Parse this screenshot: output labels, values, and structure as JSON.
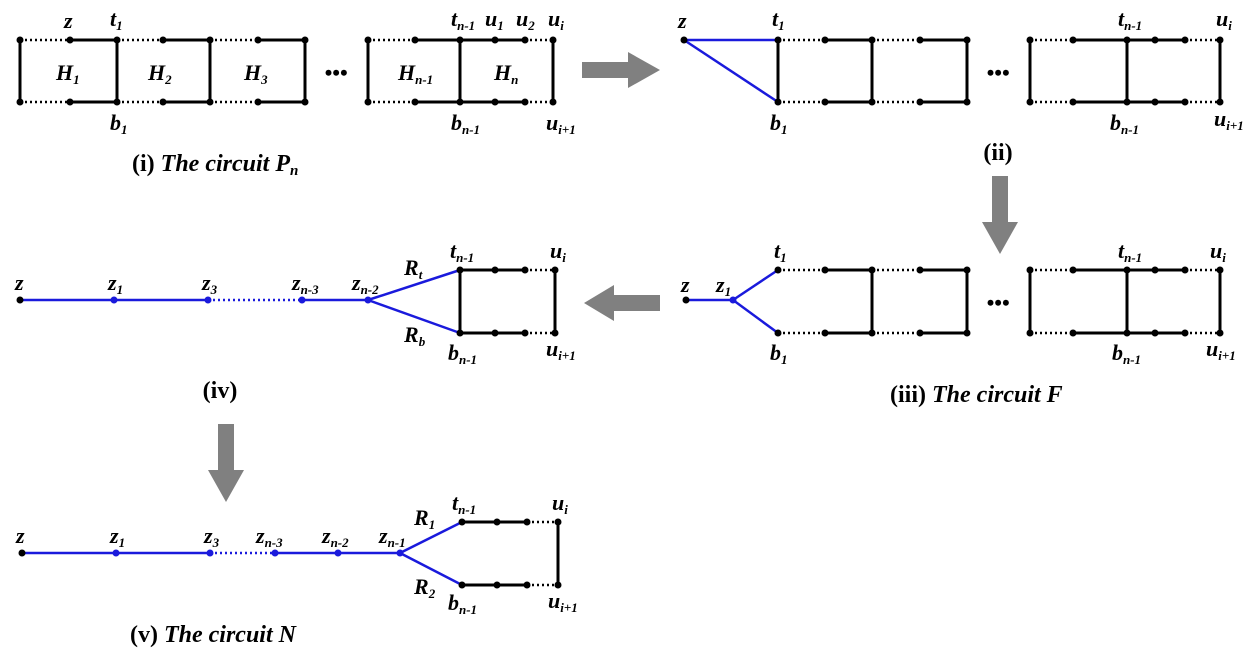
{
  "panels": {
    "p1": {
      "caption_prefix": "(i)",
      "caption_text": "The circuit P",
      "caption_sub": "n",
      "labels": {
        "z": "z",
        "t1": "t",
        "t1_sub": "1",
        "b1": "b",
        "b1_sub": "1",
        "H1": "H",
        "H1_sub": "1",
        "H2": "H",
        "H2_sub": "2",
        "H3": "H",
        "H3_sub": "3",
        "Hn1": "H",
        "Hn1_sub": "n-1",
        "Hn": "H",
        "Hn_sub": "n",
        "tn1": "t",
        "tn1_sub": "n-1",
        "u1": "u",
        "u1_sub": "1",
        "u2": "u",
        "u2_sub": "2",
        "ui": "u",
        "ui_sub": "i",
        "bn1": "b",
        "bn1_sub": "n-1",
        "ui1": "u",
        "ui1_sub": "i+1"
      }
    },
    "p2": {
      "caption": "(ii)",
      "labels": {
        "z": "z",
        "t1": "t",
        "t1_sub": "1",
        "b1": "b",
        "b1_sub": "1",
        "tn1": "t",
        "tn1_sub": "n-1",
        "bn1": "b",
        "bn1_sub": "n-1",
        "ui": "u",
        "ui_sub": "i",
        "ui1": "u",
        "ui1_sub": "i+1"
      }
    },
    "p3": {
      "caption_prefix": "(iii)",
      "caption_text": "The circuit  F",
      "labels": {
        "z": "z",
        "z1": "z",
        "z1_sub": "1",
        "t1": "t",
        "t1_sub": "1",
        "b1": "b",
        "b1_sub": "1",
        "tn1": "t",
        "tn1_sub": "n-1",
        "bn1": "b",
        "bn1_sub": "n-1",
        "ui": "u",
        "ui_sub": "i",
        "ui1": "u",
        "ui1_sub": "i+1"
      }
    },
    "p4": {
      "caption": "(iv)",
      "labels": {
        "z": "z",
        "z1": "z",
        "z1_sub": "1",
        "z3": "z",
        "z3_sub": "3",
        "zn3": "z",
        "zn3_sub": "n-3",
        "zn2": "z",
        "zn2_sub": "n-2",
        "Rt": "R",
        "Rt_sub": "t",
        "Rb": "R",
        "Rb_sub": "b",
        "tn1": "t",
        "tn1_sub": "n-1",
        "bn1": "b",
        "bn1_sub": "n-1",
        "ui": "u",
        "ui_sub": "i",
        "ui1": "u",
        "ui1_sub": "i+1"
      }
    },
    "p5": {
      "caption_prefix": "(v)",
      "caption_text": "The circuit  N",
      "labels": {
        "z": "z",
        "z1": "z",
        "z1_sub": "1",
        "z3": "z",
        "z3_sub": "3",
        "zn3": "z",
        "zn3_sub": "n-3",
        "zn2": "z",
        "zn2_sub": "n-2",
        "zn1": "z",
        "zn1_sub": "n-1",
        "R1": "R",
        "R1_sub": "1",
        "R2": "R",
        "R2_sub": "2",
        "tn1": "t",
        "tn1_sub": "n-1",
        "bn1": "b",
        "bn1_sub": "n-1",
        "ui": "u",
        "ui_sub": "i",
        "ui1": "u",
        "ui1_sub": "i+1"
      }
    }
  },
  "ellipsis": "•••",
  "colors": {
    "edge": "#000000",
    "highlight": "#1a1adc",
    "arrow": "#808080"
  }
}
